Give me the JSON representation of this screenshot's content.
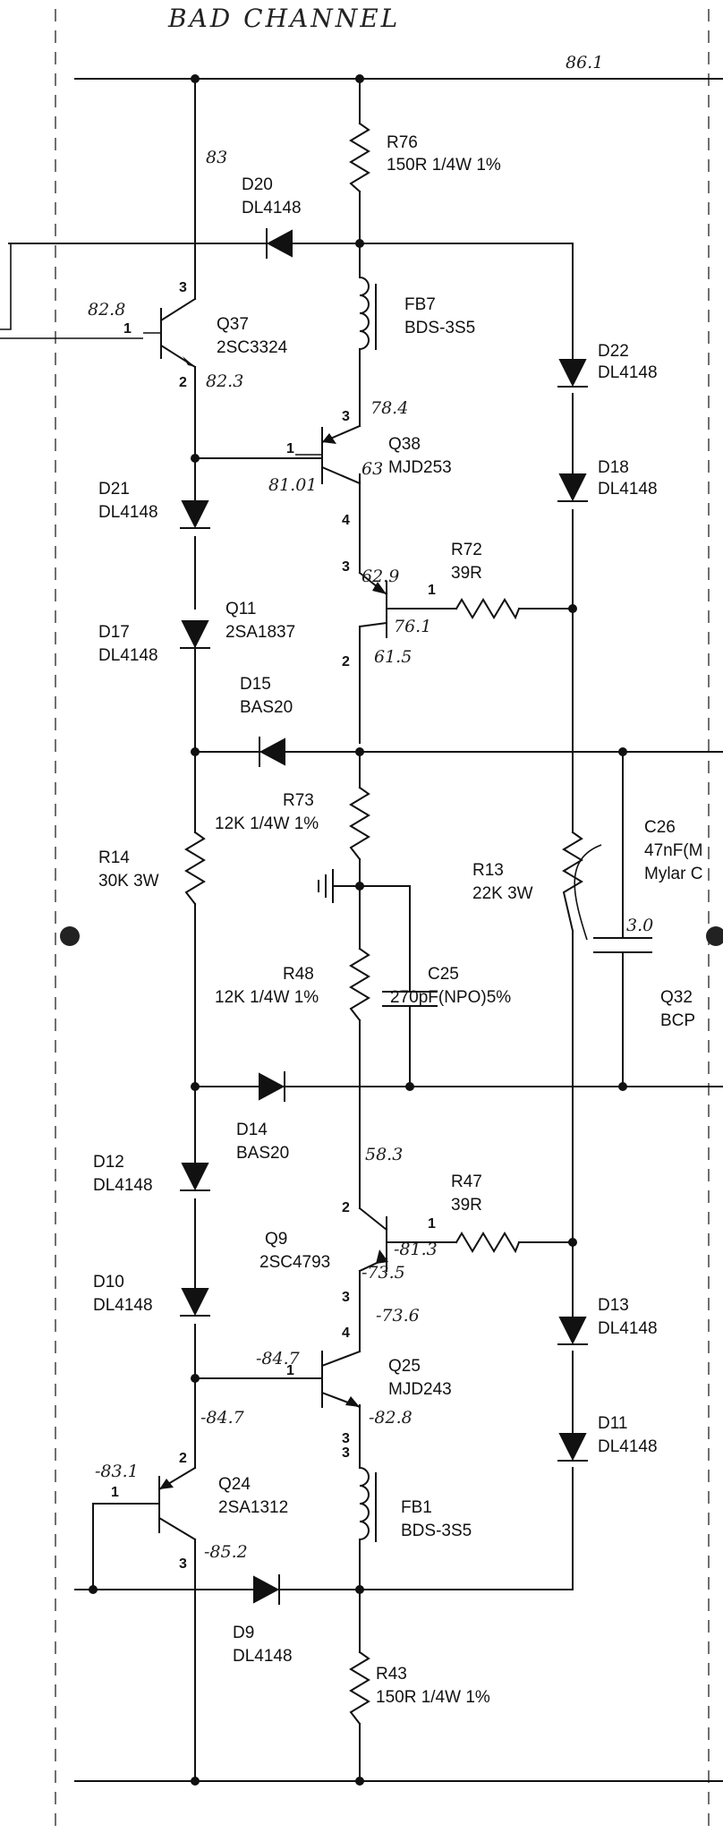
{
  "title": "BAD CHANNEL",
  "rail_voltage": "86.1",
  "components": {
    "R76": {
      "ref": "R76",
      "value": "150R 1/4W 1%"
    },
    "D20": {
      "ref": "D20",
      "value": "DL4148"
    },
    "FB7": {
      "ref": "FB7",
      "value": "BDS-3S5"
    },
    "Q37": {
      "ref": "Q37",
      "value": "2SC3324"
    },
    "D22": {
      "ref": "D22",
      "value": "DL4148"
    },
    "Q38": {
      "ref": "Q38",
      "value": "MJD253"
    },
    "D18": {
      "ref": "D18",
      "value": "DL4148"
    },
    "D21": {
      "ref": "D21",
      "value": "DL4148"
    },
    "R72": {
      "ref": "R72",
      "value": "39R"
    },
    "Q11": {
      "ref": "Q11",
      "value": "2SA1837"
    },
    "D17": {
      "ref": "D17",
      "value": "DL4148"
    },
    "D15": {
      "ref": "D15",
      "value": "BAS20"
    },
    "R73": {
      "ref": "R73",
      "value": "12K 1/4W 1%"
    },
    "C26": {
      "ref": "C26",
      "value": "47nF(M",
      "value2": "Mylar C"
    },
    "R14": {
      "ref": "R14",
      "value": "30K 3W"
    },
    "R13": {
      "ref": "R13",
      "value": "22K 3W"
    },
    "R48": {
      "ref": "R48",
      "value": "12K 1/4W 1%"
    },
    "C25": {
      "ref": "C25",
      "value": "270pF(NPO)5%"
    },
    "Q32": {
      "ref": "Q32",
      "value": "BCP"
    },
    "D14": {
      "ref": "D14",
      "value": "BAS20"
    },
    "D12": {
      "ref": "D12",
      "value": "DL4148"
    },
    "R47": {
      "ref": "R47",
      "value": "39R"
    },
    "Q9": {
      "ref": "Q9",
      "value": "2SC4793"
    },
    "D10": {
      "ref": "D10",
      "value": "DL4148"
    },
    "D13": {
      "ref": "D13",
      "value": "DL4148"
    },
    "Q25": {
      "ref": "Q25",
      "value": "MJD243"
    },
    "D11": {
      "ref": "D11",
      "value": "DL4148"
    },
    "Q24": {
      "ref": "Q24",
      "value": "2SA1312"
    },
    "FB1": {
      "ref": "FB1",
      "value": "BDS-3S5"
    },
    "D9": {
      "ref": "D9",
      "value": "DL4148"
    },
    "R43": {
      "ref": "R43",
      "value": "150R 1/4W 1%"
    }
  },
  "pins": {
    "q37_base": "1",
    "q37_collector": "3",
    "q37_emitter": "2",
    "q38_collector": "3",
    "q38_base": "1",
    "q38_emitter": "4",
    "q11_emitter": "3",
    "q11_collector": "2",
    "r72_pin": "1",
    "q9_collector": "2",
    "q9_emitter": "3",
    "r47_pin": "1",
    "q25_collector": "4",
    "q25_base": "1",
    "q25_emitter": "3",
    "q24_emitter": "2",
    "q24_base": "1",
    "q24_collector": "3",
    "fb1_pin": "3"
  },
  "measurements": {
    "m83": "83",
    "m82_8": "82.8",
    "m82_3": "82.3",
    "m78_4": "78.4",
    "m81_01": "81.01",
    "m63": "63",
    "m62_9": "62.9",
    "m76_1": "76.1",
    "m61_5": "61.5",
    "m3_0": "3.0",
    "m58_3": "58.3",
    "m_81_3": "-81.3",
    "m_73_5": "-73.5",
    "m_73_6": "-73.6",
    "m_84_7a": "-84.7",
    "m_82_8": "-82.8",
    "m_84_7b": "-84.7",
    "m_83_1": "-83.1",
    "m_85_2": "-85.2"
  }
}
